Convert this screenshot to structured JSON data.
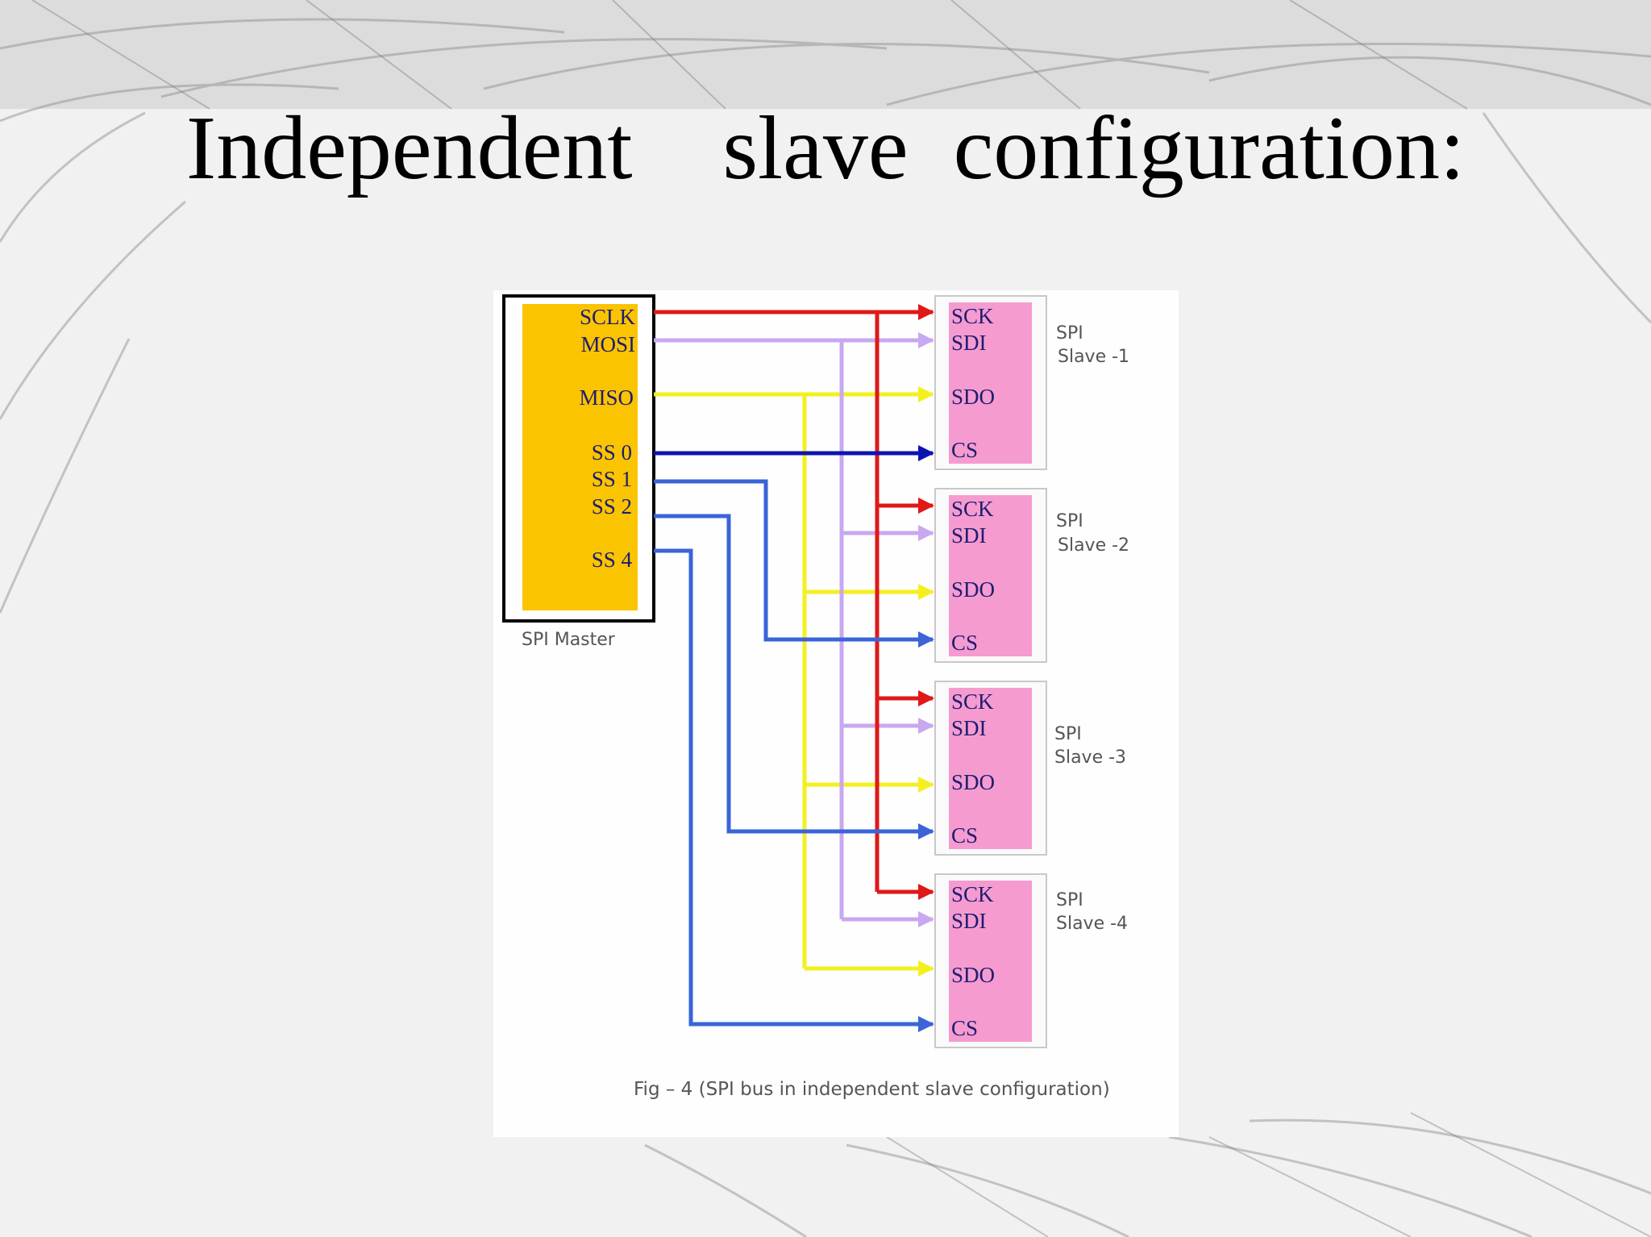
{
  "slide": {
    "title": "Independent    slave  configuration:"
  },
  "master": {
    "label": "SPI Master",
    "pins": [
      "SCLK",
      "MOSI",
      "MISO",
      "SS 0",
      "SS 1",
      "SS 2",
      "SS 4"
    ]
  },
  "slaves": [
    {
      "line1": "SPI",
      "line2": "Slave -1",
      "pins": [
        "SCK",
        "SDI",
        "SDO",
        "CS"
      ]
    },
    {
      "line1": "SPI",
      "line2": "Slave -2",
      "pins": [
        "SCK",
        "SDI",
        "SDO",
        "CS"
      ]
    },
    {
      "line1": "SPI",
      "line2": "Slave -3",
      "pins": [
        "SCK",
        "SDI",
        "SDO",
        "CS"
      ]
    },
    {
      "line1": "SPI",
      "line2": "Slave -4",
      "pins": [
        "SCK",
        "SDI",
        "SDO",
        "CS"
      ]
    }
  ],
  "caption": "Fig – 4 (SPI bus in independent slave configuration)",
  "colors": {
    "master_fill": "#fbc400",
    "slave_fill": "#f59bd0",
    "sclk": "#e01818",
    "mosi": "#c8a8f0",
    "miso": "#f4f020",
    "ss0": "#0c14b0",
    "ss": "#3a64d8"
  }
}
